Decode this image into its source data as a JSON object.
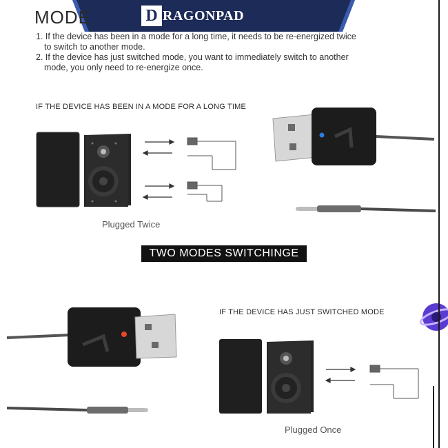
{
  "brand": {
    "initial": "D",
    "rest": "RAGONPAD"
  },
  "title": "MODE",
  "notes": [
    "1. If the device has been in a mode for a long time, it needs to be re-energized twice",
    "to switch to another mode.",
    "2. If the device has just switched mode, you want to immediately switch to another",
    "mode, you only need to re-energize once."
  ],
  "section1": {
    "caption": "IF THE DEVICE HAS BEEN IN A MODE FOR A LONG TIME",
    "plug_caption": "Plugged Twice"
  },
  "switch_banner": "TWO MODES SWITCHINGE",
  "section2": {
    "caption": "IF THE DEVICE HAS JUST SWITCHED MODE",
    "plug_caption": "Plugged Once"
  },
  "colors": {
    "banner": "#1d2b58",
    "led_blue": "#2a7de1",
    "led_red": "#e8462a",
    "device": "#1c1c1c",
    "speaker": "#232323"
  }
}
